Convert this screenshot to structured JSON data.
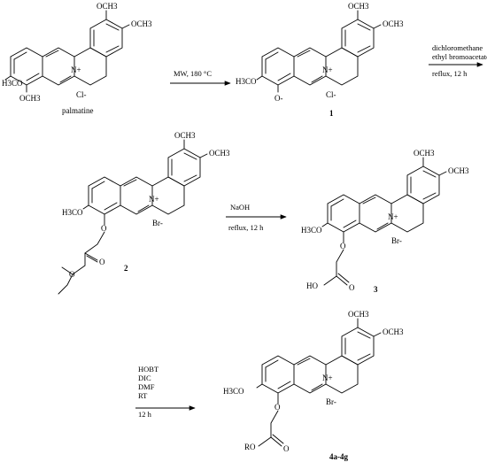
{
  "scheme": {
    "molecules": [
      {
        "id": "palmatine",
        "name": "palmatine",
        "labels": [
          "OCH3",
          "OCH3",
          "H3CO",
          "OCH3",
          "N+",
          "Cl-"
        ]
      },
      {
        "id": "compound-1",
        "name": "1",
        "labels": [
          "OCH3",
          "OCH3",
          "H3CO",
          "O-",
          "N+",
          "Cl-"
        ]
      },
      {
        "id": "compound-2",
        "name": "2",
        "labels": [
          "OCH3",
          "OCH3",
          "H3CO",
          "O",
          "O",
          "O",
          "N+",
          "Br-"
        ]
      },
      {
        "id": "compound-3",
        "name": "3",
        "labels": [
          "OCH3",
          "OCH3",
          "H3CO",
          "O",
          "HO",
          "O",
          "N+",
          "Br-"
        ]
      },
      {
        "id": "compound-4",
        "name": "4a-4g",
        "labels": [
          "OCH3",
          "OCH3",
          "H3CO",
          "O",
          "RO",
          "O",
          "N+",
          "Br-"
        ]
      }
    ],
    "steps": [
      {
        "id": "step1",
        "above": [
          "MW, 180 °C"
        ],
        "below": []
      },
      {
        "id": "step2",
        "above": [
          "dichloromethane",
          "ethyl bromoacetate"
        ],
        "below": [
          "reflux, 12 h"
        ]
      },
      {
        "id": "step3",
        "above": [
          "NaOH"
        ],
        "below": [
          "reflux, 12 h"
        ]
      },
      {
        "id": "step4",
        "above": [
          "HOBT",
          "DIC",
          "DMF",
          "RT"
        ],
        "below": [
          "12 h"
        ]
      }
    ]
  }
}
